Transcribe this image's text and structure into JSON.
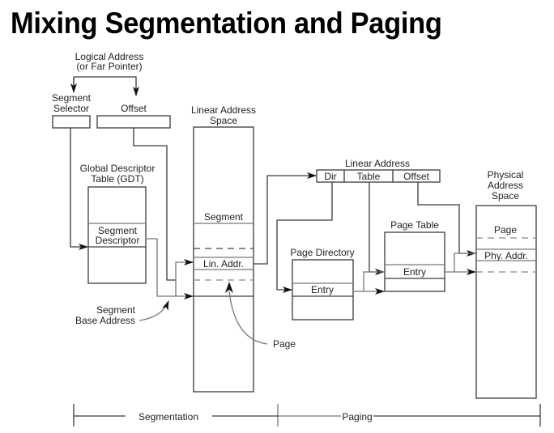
{
  "title": "Mixing Segmentation and Paging",
  "logical_address": {
    "line1": "Logical Address",
    "line2": "(or Far Pointer)"
  },
  "segment_selector": {
    "line1": "Segment",
    "line2": "Selector"
  },
  "offset_label": "Offset",
  "gdt": {
    "line1": "Global Descriptor",
    "line2": "Table (GDT)",
    "entry_line1": "Segment",
    "entry_line2": "Descriptor"
  },
  "segment_base": {
    "line1": "Segment",
    "line2": "Base Address"
  },
  "linear_space": {
    "line1": "Linear Address",
    "line2": "Space",
    "segment": "Segment",
    "lin_addr": "Lin. Addr."
  },
  "page_label": "Page",
  "linear_address": {
    "title": "Linear Address",
    "fields": [
      "Dir",
      "Table",
      "Offset"
    ]
  },
  "page_directory": {
    "title": "Page Directory",
    "entry": "Entry"
  },
  "page_table": {
    "title": "Page Table",
    "entry": "Entry"
  },
  "physical_space": {
    "line1": "Physical",
    "line2": "Address",
    "line3": "Space",
    "page": "Page",
    "phy_addr": "Phy. Addr."
  },
  "phases": {
    "segmentation": "Segmentation",
    "paging": "Paging"
  }
}
